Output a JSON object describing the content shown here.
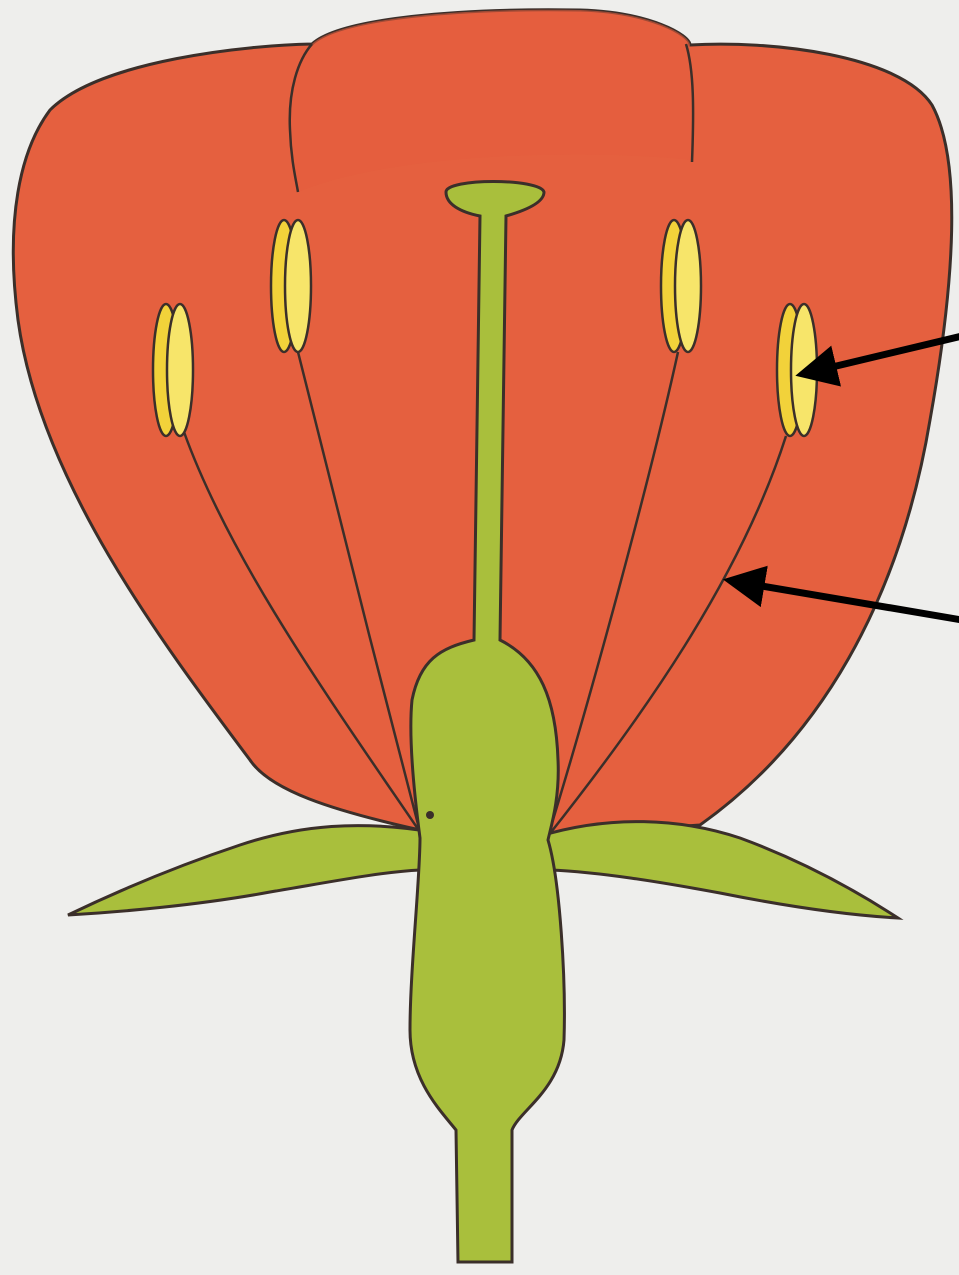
{
  "diagram": {
    "colors": {
      "paper": "#eeeeec",
      "petal": "#e5603f",
      "petal_shade": "#d9553a",
      "outline": "#3b2f2a",
      "green": "#a9bf3c",
      "anther": "#f2d23a",
      "anther_light": "#f7e56a",
      "arrow": "#000000"
    },
    "parts": [
      "petals",
      "sepals",
      "pistil",
      "stigma",
      "style",
      "ovary",
      "receptacle",
      "stalk",
      "stamens",
      "anthers",
      "filaments"
    ],
    "stamen_count": 4,
    "arrow_count": 2,
    "labels": []
  }
}
